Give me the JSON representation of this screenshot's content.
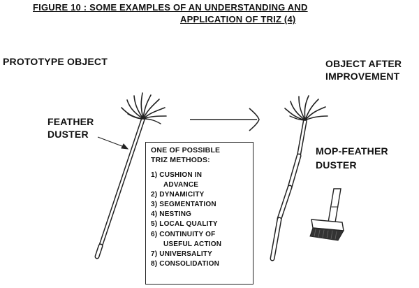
{
  "figure_title": {
    "label": "FIGURE 10",
    "line1_rest": " : SOME EXAMPLES OF AN UNDERSTANDING AND",
    "line2": "APPLICATION OF TRIZ (4)"
  },
  "prototype_heading": "PROTOTYPE OBJECT",
  "improved_heading": [
    "OBJECT AFTER",
    "IMPROVEMENT"
  ],
  "feather_duster_label": [
    "FEATHER",
    "DUSTER"
  ],
  "mop_feather_duster_label": [
    "MOP-FEATHER",
    "DUSTER"
  ],
  "methods_box": {
    "heading": [
      "ONE OF POSSIBLE",
      "TRIZ METHODS:"
    ],
    "items": [
      [
        "1) CUSHION IN",
        "ADVANCE"
      ],
      [
        "2) DYNAMICITY"
      ],
      [
        "3) SEGMENTATION"
      ],
      [
        "4) NESTING"
      ],
      [
        "5) LOCAL QUALITY"
      ],
      [
        "6) CONTINUITY OF",
        "USEFUL ACTION"
      ],
      [
        "7) UNIVERSALITY"
      ],
      [
        "8) CONSOLIDATION"
      ]
    ]
  }
}
